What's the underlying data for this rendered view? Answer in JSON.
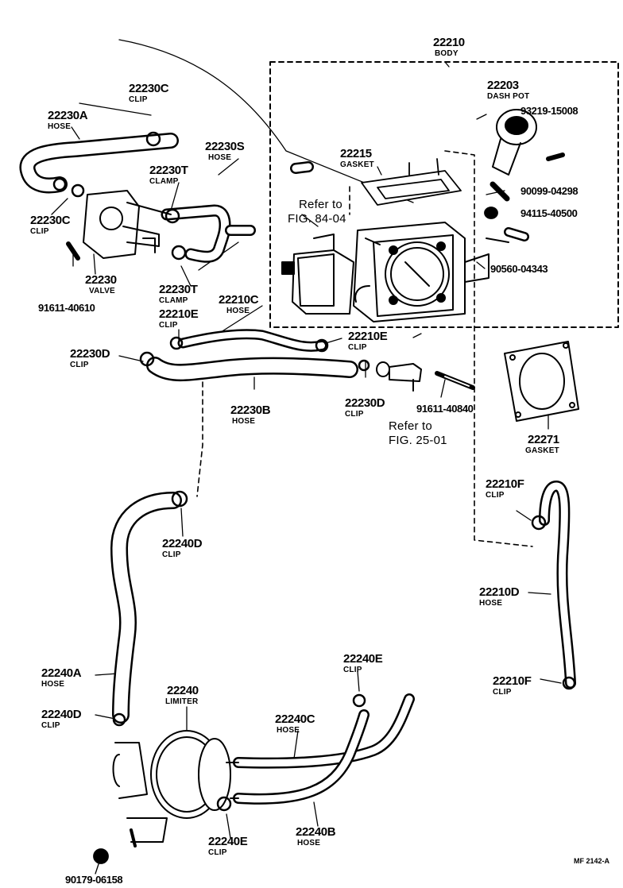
{
  "parts": {
    "body": {
      "number": "22210",
      "name": "BODY"
    },
    "dash_pot": {
      "number": "22203",
      "name": "DASH POT"
    },
    "screw_93219": {
      "number": "93219-15008"
    },
    "gasket_top": {
      "number": "22215",
      "name": "GASKET"
    },
    "clip_c_top": {
      "number": "22230C",
      "name": "CLIP"
    },
    "hose_a": {
      "number": "22230A",
      "name": "HOSE"
    },
    "hose_s": {
      "number": "22230S",
      "name": "HOSE"
    },
    "clamp_t_top": {
      "number": "22230T",
      "name": "CLAMP"
    },
    "clip_c_left": {
      "number": "22230C",
      "name": "CLIP"
    },
    "bolt_90099": {
      "number": "90099-04298"
    },
    "nut_94115": {
      "number": "94115-40500"
    },
    "valve": {
      "number": "22230",
      "name": "VALVE"
    },
    "bolt_91611_a": {
      "number": "91611-40610"
    },
    "clamp_t_bot": {
      "number": "22230T",
      "name": "CLAMP"
    },
    "hose_210c": {
      "number": "22210C",
      "name": "HOSE"
    },
    "cap_90560": {
      "number": "90560-04343"
    },
    "clip_210e_l": {
      "number": "22210E",
      "name": "CLIP"
    },
    "clip_210e_r": {
      "number": "22210E",
      "name": "CLIP"
    },
    "clip_230d_l": {
      "number": "22230D",
      "name": "CLIP"
    },
    "hose_230b": {
      "number": "22230B",
      "name": "HOSE"
    },
    "clip_230d_r": {
      "number": "22230D",
      "name": "CLIP"
    },
    "bolt_91611_b": {
      "number": "91611-40840"
    },
    "gasket_271": {
      "number": "22271",
      "name": "GASKET"
    },
    "clip_210f_t": {
      "number": "22210F",
      "name": "CLIP"
    },
    "clip_240d_t": {
      "number": "22240D",
      "name": "CLIP"
    },
    "hose_210d": {
      "number": "22210D",
      "name": "HOSE"
    },
    "hose_240a": {
      "number": "22240A",
      "name": "HOSE"
    },
    "clip_240e_t": {
      "number": "22240E",
      "name": "CLIP"
    },
    "clip_210f_b": {
      "number": "22210F",
      "name": "CLIP"
    },
    "limiter": {
      "number": "22240",
      "name": "LIMITER"
    },
    "clip_240d_b": {
      "number": "22240D",
      "name": "CLIP"
    },
    "hose_240c": {
      "number": "22240C",
      "name": "HOSE"
    },
    "clip_240e_b": {
      "number": "22240E",
      "name": "CLIP"
    },
    "hose_240b": {
      "number": "22240B",
      "name": "HOSE"
    },
    "nut_90179": {
      "number": "90179-06158"
    }
  },
  "references": {
    "fig_84_line1": "Refer to",
    "fig_84_line2": "FIG. 84-04",
    "fig_25_line1": "Refer to",
    "fig_25_line2": "FIG. 25-01"
  },
  "footer": {
    "code": "MF 2142-A"
  }
}
